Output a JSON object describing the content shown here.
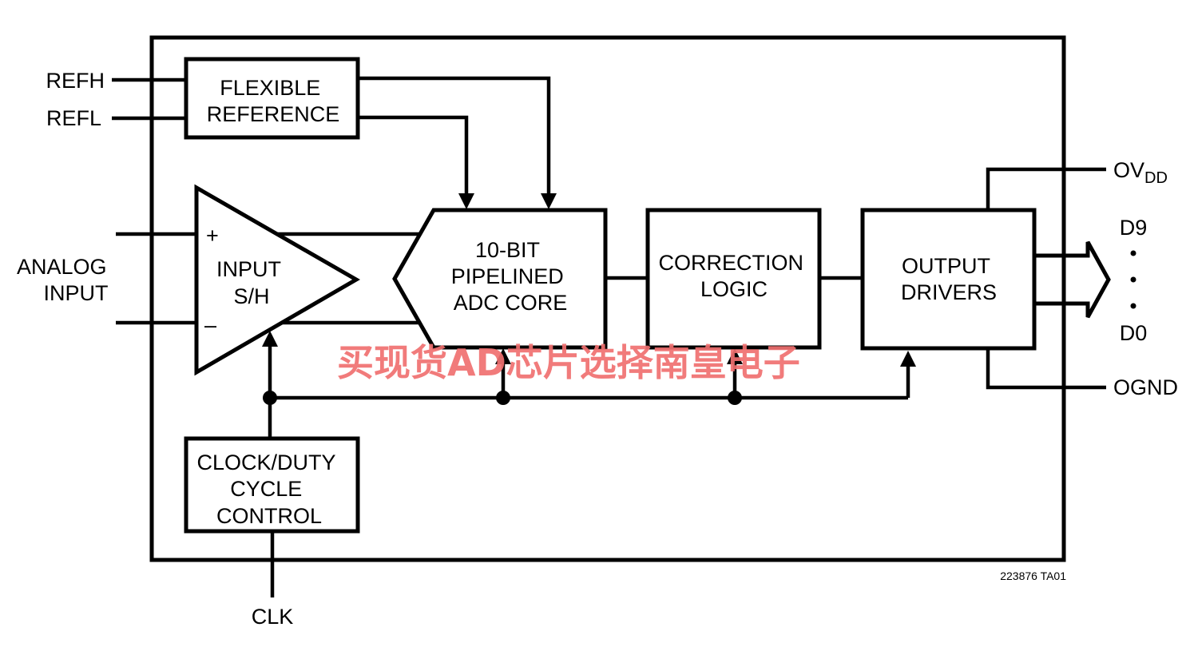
{
  "blocks": {
    "flexible_reference": [
      "FLEXIBLE",
      "REFERENCE"
    ],
    "input_sh": [
      "INPUT",
      "S/H"
    ],
    "adc_core": [
      "10-BIT",
      "PIPELINED",
      "ADC CORE"
    ],
    "correction_logic": [
      "CORRECTION",
      "LOGIC"
    ],
    "output_drivers": [
      "OUTPUT",
      "DRIVERS"
    ],
    "clock_control": [
      "CLOCK/DUTY",
      "CYCLE",
      "CONTROL"
    ]
  },
  "pins": {
    "refh": "REFH",
    "refl": "REFL",
    "analog_input": [
      "ANALOG",
      "INPUT"
    ],
    "plus": "+",
    "minus": "–",
    "ovdd_main": "OV",
    "ovdd_sub": "DD",
    "d9": "D9",
    "d0": "D0",
    "ognd": "OGND",
    "clk": "CLK"
  },
  "figure_id": "223876 TA01",
  "watermark": "买现货AD芯片选择南皇电子"
}
